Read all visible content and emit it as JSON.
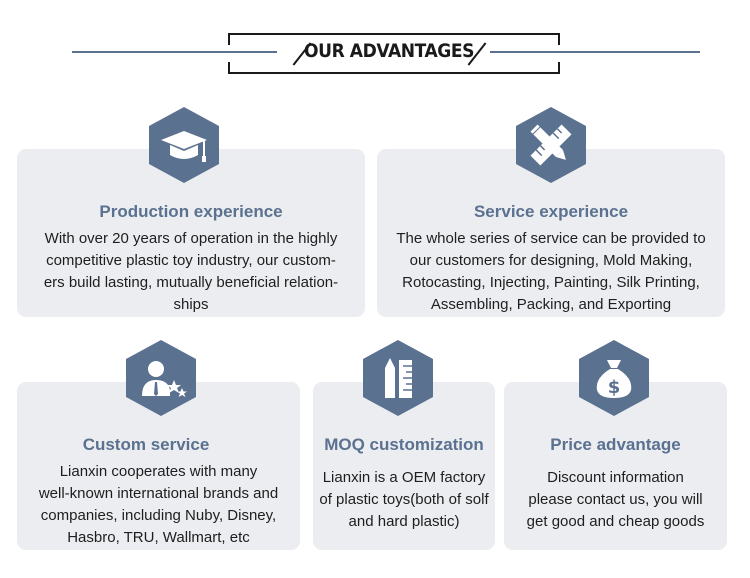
{
  "header": {
    "title": "OUR ADVANTAGES"
  },
  "colors": {
    "accent": "#5b7190",
    "card_bg": "#ebedf0",
    "text": "#1e1e1e"
  },
  "cards": [
    {
      "icon": "graduation-cap-icon",
      "title": "Production experience",
      "lines": [
        "With over 20 years of operation in the highly",
        "competitive plastic toy industry, our custom-",
        "ers build lasting, mutually beneficial relation-",
        "ships"
      ]
    },
    {
      "icon": "pencil-ruler-icon",
      "title": "Service experience",
      "lines": [
        "The whole series of service can be provided to",
        "our customers for designing, Mold Making,",
        "Rotocasting, Injecting, Painting, Silk Printing,",
        "Assembling, Packing, and Exporting"
      ]
    },
    {
      "icon": "person-stars-icon",
      "title": "Custom service",
      "lines": [
        "Lianxin cooperates with many",
        "well-known international brands and",
        "companies, including Nuby, Disney,",
        "Hasbro, TRU, Wallmart, etc"
      ]
    },
    {
      "icon": "tools-icon",
      "title": "MOQ customization",
      "lines": [
        "Lianxin is a OEM factory",
        "of plastic toys(both of solf",
        "and hard plastic)"
      ]
    },
    {
      "icon": "money-bag-icon",
      "title": "Price advantage",
      "lines": [
        "Discount information",
        "please contact us, you will",
        "get good and cheap goods"
      ]
    }
  ]
}
